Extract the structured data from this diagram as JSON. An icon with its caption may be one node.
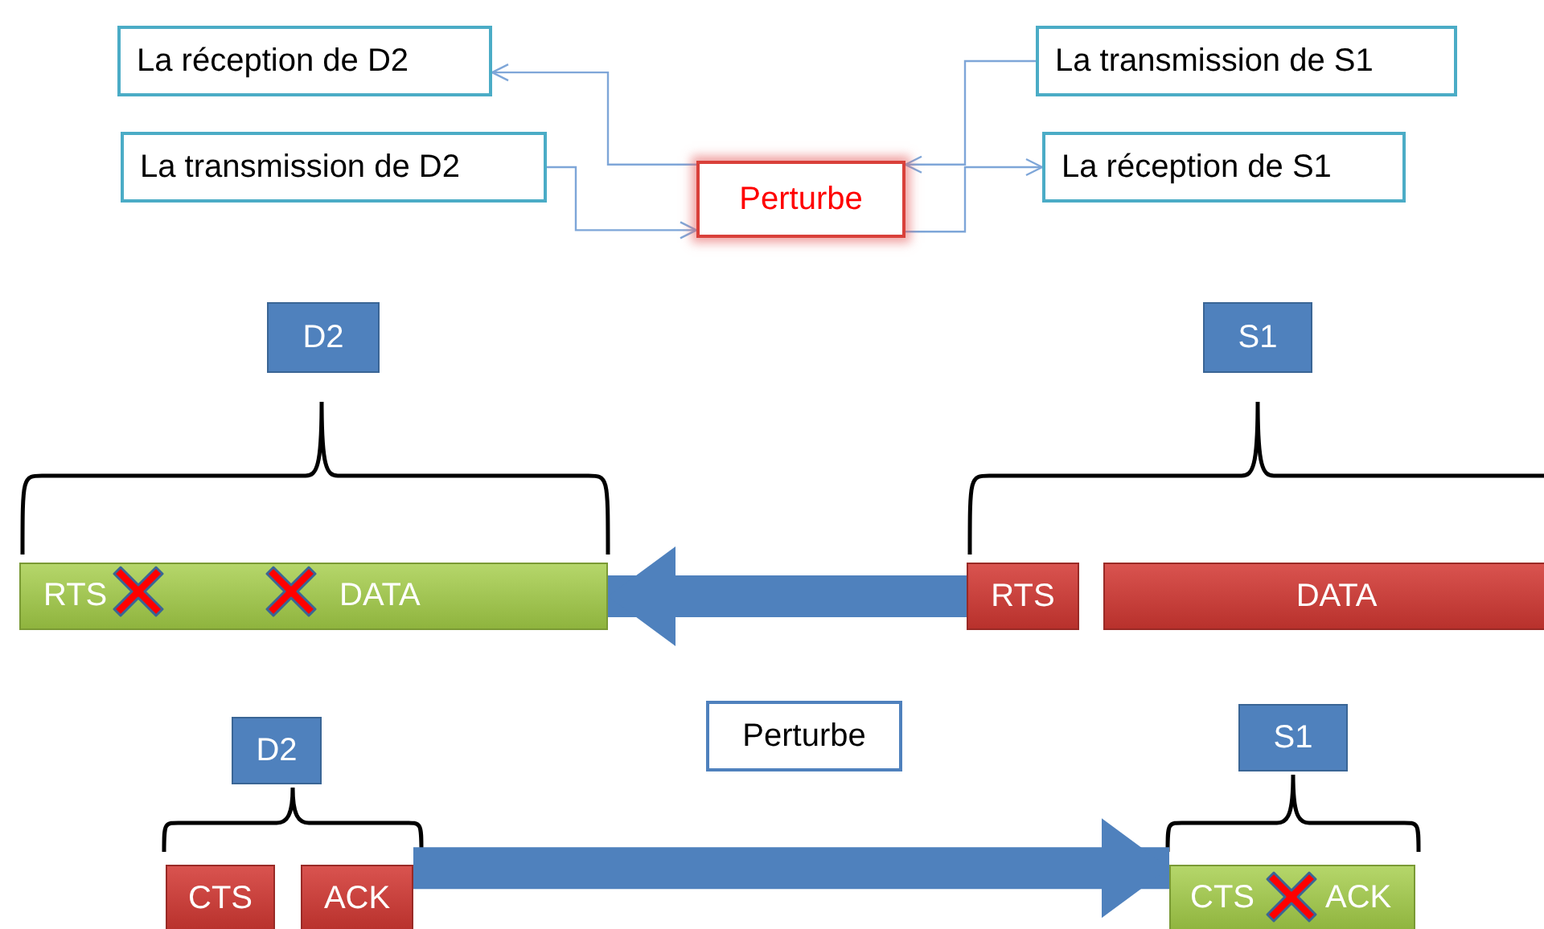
{
  "diagram": {
    "nodes": [
      {
        "text": [
          "La réception de D2"
        ]
      },
      {
        "text": [
          "La transmission de S1"
        ]
      },
      {
        "text": [
          "La transmission de D2"
        ]
      },
      {
        "text": [
          "Perturbe"
        ]
      },
      {
        "text": [
          "La réception de S1"
        ]
      },
      {
        "text": [
          "D2"
        ]
      },
      {
        "text": [
          "S1"
        ]
      },
      {
        "text": [
          "RTS",
          "DATA"
        ]
      },
      {
        "text": [
          "RTS"
        ]
      },
      {
        "text": [
          "DATA"
        ]
      },
      {
        "text": [
          "Perturbe"
        ]
      },
      {
        "text": [
          "D2"
        ]
      },
      {
        "text": [
          "S1"
        ]
      },
      {
        "text": [
          "CTS"
        ]
      },
      {
        "text": [
          "ACK"
        ]
      },
      {
        "text": [
          "CTS",
          "ACK"
        ]
      }
    ],
    "edges": [
      {
        "from": 3,
        "to": 0,
        "arrow": "to"
      },
      {
        "from": 2,
        "to": 3,
        "arrow": "to"
      },
      {
        "from": 1,
        "to": 3,
        "arrow": "to"
      },
      {
        "from": 3,
        "to": 4,
        "arrow": "to"
      },
      {
        "from": 8,
        "to": 7,
        "arrow": "to",
        "style": "thick",
        "color": "#4f81bd"
      },
      {
        "from": 14,
        "to": 15,
        "arrow": "to",
        "style": "thick",
        "color": "#4f81bd"
      }
    ]
  }
}
